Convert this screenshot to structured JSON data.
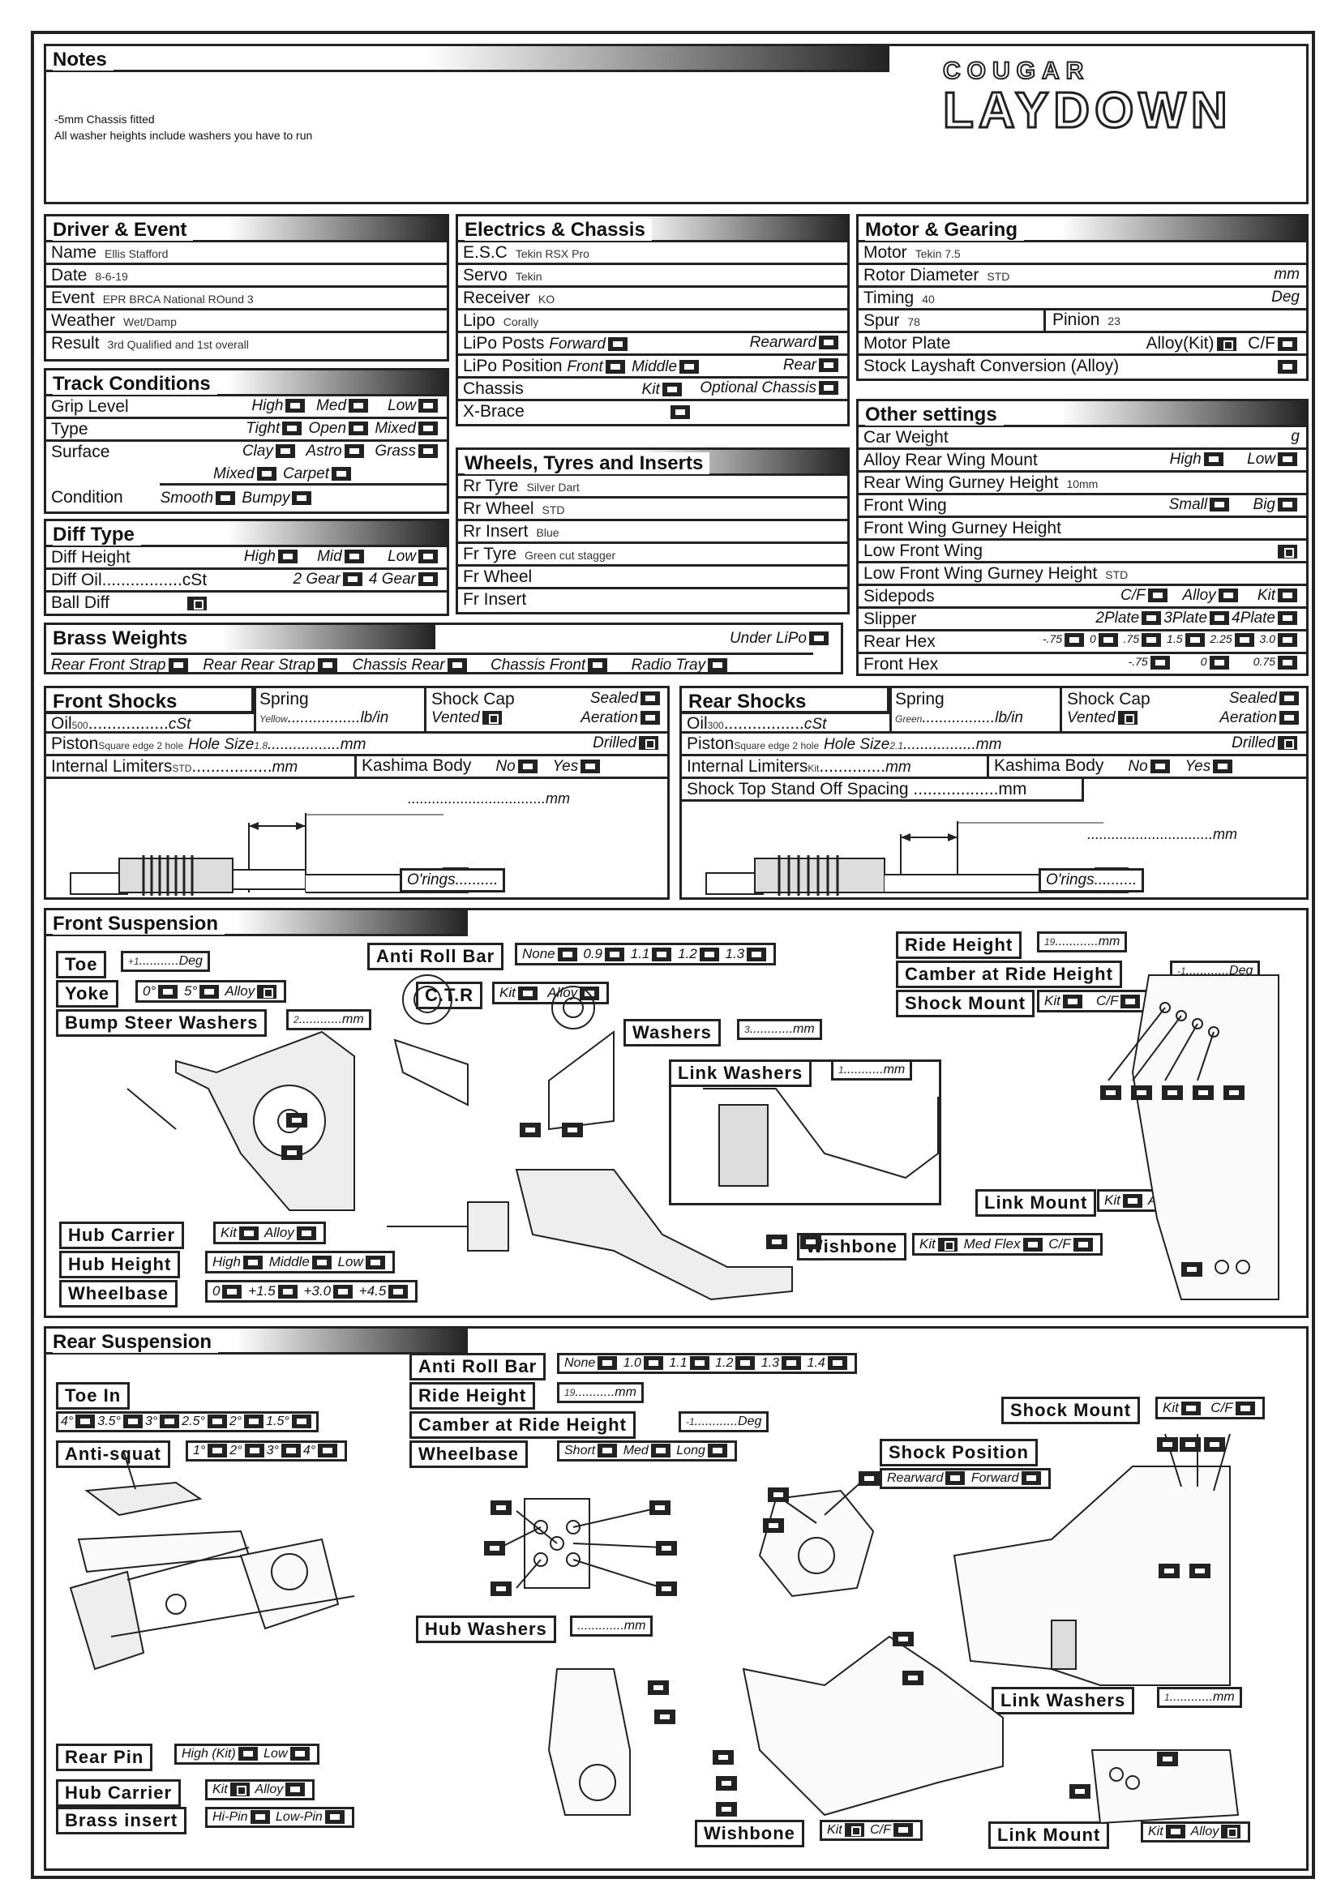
{
  "notes": {
    "title": "Notes",
    "line1": "-5mm Chassis fitted",
    "line2": "All washer heights include washers you have to run",
    "logo_top": "COUGAR",
    "logo_main": "LAYDOWN"
  },
  "driver": {
    "title": "Driver & Event",
    "rows": [
      {
        "label": "Name",
        "value": "Ellis Stafford"
      },
      {
        "label": "Date",
        "value": "8-6-19"
      },
      {
        "label": "Event",
        "value": "EPR BRCA National ROund 3"
      },
      {
        "label": "Weather",
        "value": "Wet/Damp"
      },
      {
        "label": "Result",
        "value": "3rd Qualified and 1st overall"
      }
    ]
  },
  "track": {
    "title": "Track Conditions",
    "grip": "Grip Level",
    "type": "Type",
    "surface": "Surface",
    "condition": "Condition",
    "high": "High",
    "med": "Med",
    "low": "Low",
    "tight": "Tight",
    "open": "Open",
    "mixed": "Mixed",
    "clay": "Clay",
    "astro": "Astro",
    "grass": "Grass",
    "carpet": "Carpet",
    "smooth": "Smooth",
    "bumpy": "Bumpy"
  },
  "diff": {
    "title": "Diff Type",
    "height": "Diff Height",
    "high": "High",
    "mid": "Mid",
    "low": "Low",
    "oil": "Diff Oil.................cSt",
    "gear2": "2 Gear",
    "gear4": "4 Gear",
    "ball": "Ball Diff"
  },
  "electrics": {
    "title": "Electrics & Chassis",
    "esc": "E.S.C",
    "esc_v": "Tekin RSX Pro",
    "servo": "Servo",
    "servo_v": "Tekin",
    "receiver": "Receiver",
    "receiver_v": "KO",
    "lipo": "Lipo",
    "lipo_v": "Corally",
    "posts": "LiPo Posts",
    "forward": "Forward",
    "rearward": "Rearward",
    "position": "LiPo Position",
    "front": "Front",
    "middle": "Middle",
    "rear": "Rear",
    "chassis": "Chassis",
    "kit": "Kit",
    "optional": "Optional Chassis",
    "xbrace": "X-Brace"
  },
  "wheels": {
    "title": "Wheels, Tyres and Inserts",
    "rows": [
      {
        "label": "Rr Tyre",
        "value": "Silver Dart"
      },
      {
        "label": "Rr Wheel",
        "value": "STD"
      },
      {
        "label": "Rr Insert",
        "value": "Blue"
      },
      {
        "label": "Fr Tyre",
        "value": "Green cut stagger"
      },
      {
        "label": "Fr Wheel",
        "value": ""
      },
      {
        "label": "Fr Insert",
        "value": ""
      }
    ]
  },
  "motor": {
    "title": "Motor & Gearing",
    "motor": "Motor",
    "motor_v": "Tekin 7.5",
    "rotor": "Rotor Diameter",
    "rotor_v": "STD",
    "mm": "mm",
    "timing": "Timing",
    "timing_v": "40",
    "deg": "Deg",
    "spur": "Spur",
    "spur_v": "78",
    "pinion": "Pinion",
    "pinion_v": "23",
    "plate": "Motor Plate",
    "alloy_kit": "Alloy(Kit)",
    "cf": "C/F",
    "layshaft": "Stock Layshaft Conversion (Alloy)"
  },
  "other": {
    "title": "Other settings",
    "weight": "Car Weight",
    "g": "g",
    "rwm": "Alloy Rear Wing Mount",
    "high": "High",
    "low": "Low",
    "rwg": "Rear Wing Gurney Height",
    "rwg_v": "10mm",
    "fw": "Front Wing",
    "small": "Small",
    "big": "Big",
    "fwg": "Front Wing Gurney Height",
    "lfw": "Low Front Wing",
    "lfwg": "Low Front Wing Gurney Height",
    "lfwg_v": "STD",
    "sidepods": "Sidepods",
    "cf": "C/F",
    "alloy": "Alloy",
    "kit": "Kit",
    "slipper": "Slipper",
    "p2": "2Plate",
    "p3": "3Plate",
    "p4": "4Plate",
    "rearhex": "Rear Hex",
    "rh": [
      "-.75",
      "0",
      ".75",
      "1.5",
      "2.25",
      "3.0"
    ],
    "fronthex": "Front Hex",
    "fh": [
      "-.75",
      "0",
      "0.75"
    ]
  },
  "brass": {
    "title": "Brass Weights",
    "under": "Under LiPo",
    "rfs": "Rear Front Strap",
    "rrs": "Rear Rear Strap",
    "cr": "Chassis Rear",
    "cf": "Chassis Front",
    "radio": "Radio Tray"
  },
  "fshocks": {
    "title": "Front Shocks",
    "spring": "Spring",
    "spring_v": "Yellow",
    "lbin": "lb/in",
    "cap": "Shock Cap",
    "sealed": "Sealed",
    "vented": "Vented",
    "aeration": "Aeration",
    "oil": "Oil",
    "oil_v": "500",
    "cst": "cSt",
    "piston": "Piston",
    "piston_v": "Square edge 2 hole",
    "hole": "Hole Size",
    "hole_v": "1.8",
    "mm": "mm",
    "drilled": "Drilled",
    "limiters": "Internal Limiters",
    "limiters_v": "STD",
    "kashima": "Kashima Body",
    "no": "No",
    "yes": "Yes",
    "dim": "..................................mm",
    "orings": "O'rings.........."
  },
  "rshocks": {
    "title": "Rear Shocks",
    "spring": "Spring",
    "spring_v": "Green",
    "oil_v": "300",
    "piston_v": "Square edge 2 hole",
    "hole_v": "2.1",
    "limiters_v": "Kit",
    "standoff": "Shock Top Stand Off Spacing ..................mm",
    "dim": "...............................mm",
    "orings": "O'rings.........."
  },
  "fsusp": {
    "title": "Front Suspension",
    "toe": "Toe",
    "toe_v": "+1",
    "deg": "Deg",
    "yoke": "Yoke",
    "y0": "0°",
    "y5": "5°",
    "alloy": "Alloy",
    "bsw": "Bump Steer Washers",
    "bsw_v": "2",
    "arb": "Anti Roll Bar",
    "none": "None",
    "a1": "0.9",
    "a2": "1.1",
    "a3": "1.2",
    "a4": "1.3",
    "ctr": "C.T.R",
    "kit": "Kit",
    "washers": "Washers",
    "washers_v": "3",
    "ride": "Ride Height",
    "ride_v": "19",
    "camber": "Camber at Ride Height",
    "camber_v": "-1",
    "mount": "Shock Mount",
    "cf": "C/F",
    "link": "Link Washers",
    "link_v": "1",
    "linkmount": "Link Mount",
    "hub": "Hub Carrier",
    "hubh": "Hub Height",
    "high": "High",
    "middle": "Middle",
    "low": "Low",
    "wb": "Wheelbase",
    "w0": "0",
    "w1": "+1.5",
    "w2": "+3.0",
    "w3": "+4.5",
    "wishbone": "Wishbone",
    "medflex": "Med Flex"
  },
  "rsusp": {
    "title": "Rear Suspension",
    "toein": "Toe In",
    "t": [
      "4°",
      "3.5°",
      "3°",
      "2.5°",
      "2°",
      "1.5°"
    ],
    "anti": "Anti-squat",
    "as": [
      "1°",
      "2°",
      "3°",
      "4°"
    ],
    "arb": "Anti Roll Bar",
    "none": "None",
    "r": [
      "1.0",
      "1.1",
      "1.2",
      "1.3",
      "1.4"
    ],
    "ride": "Ride Height",
    "ride_v": "19",
    "camber": "Camber at Ride Height",
    "camber_v": "-1",
    "wb": "Wheelbase",
    "short": "Short",
    "med": "Med",
    "long": "Long",
    "mount": "Shock Mount",
    "kit": "Kit",
    "cf": "C/F",
    "pos": "Shock Position",
    "rearward": "Rearward",
    "forward": "Forward",
    "hubw": "Hub Washers",
    "link": "Link Washers",
    "link_v": "1",
    "pin": "Rear Pin",
    "highkit": "High (Kit)",
    "low": "Low",
    "hub": "Hub Carrier",
    "alloy": "Alloy",
    "brass": "Brass insert",
    "hipin": "Hi-Pin",
    "lowpin": "Low-Pin",
    "wishbone": "Wishbone",
    "linkmount": "Link Mount"
  }
}
